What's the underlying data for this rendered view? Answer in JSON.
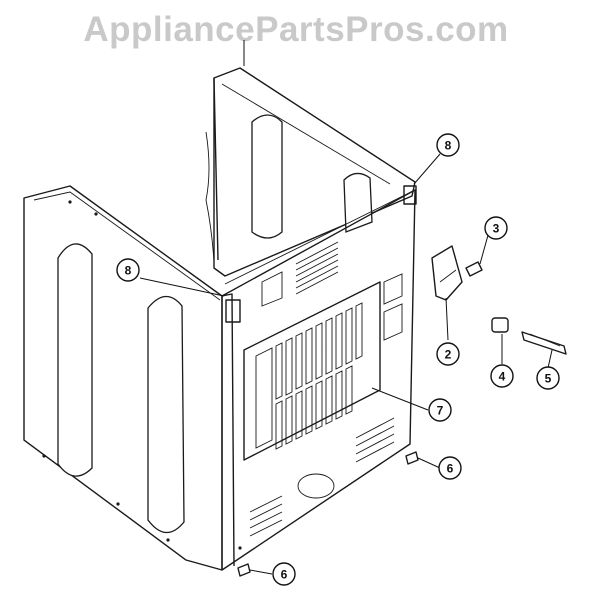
{
  "watermark": "AppliancePartsPros.com",
  "callouts": [
    {
      "label": "8"
    },
    {
      "label": "8"
    },
    {
      "label": "3"
    },
    {
      "label": "2"
    },
    {
      "label": "4"
    },
    {
      "label": "5"
    },
    {
      "label": "7"
    },
    {
      "label": "6"
    },
    {
      "label": "6"
    }
  ]
}
